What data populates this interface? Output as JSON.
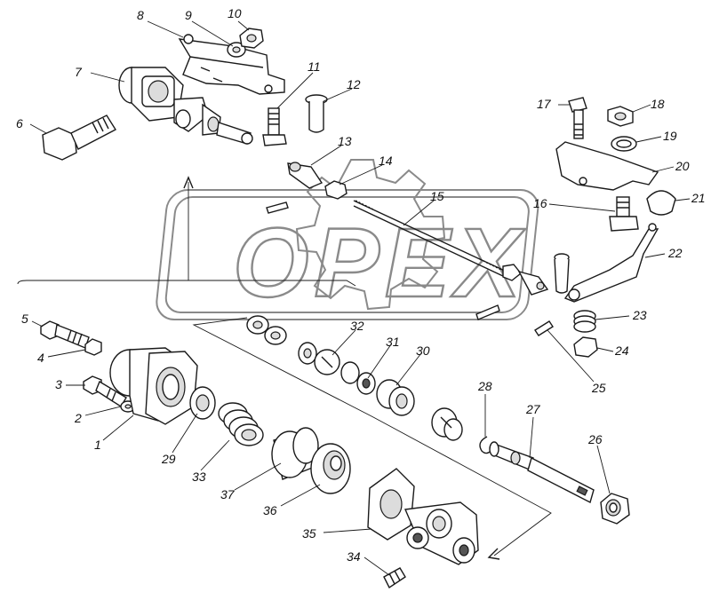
{
  "watermark": {
    "text": "OPEX"
  },
  "labels": {
    "p1": "1",
    "p2": "2",
    "p3": "3",
    "p4": "4",
    "p5": "5",
    "p6": "6",
    "p7": "7",
    "p8": "8",
    "p9": "9",
    "p10": "10",
    "p11": "11",
    "p12": "12",
    "p13": "13",
    "p14": "14",
    "p15": "15",
    "p16": "16",
    "p17": "17",
    "p18": "18",
    "p19": "19",
    "p20": "20",
    "p21": "21",
    "p22": "22",
    "p23": "23",
    "p24": "24",
    "p25": "25",
    "p26": "26",
    "p27": "27",
    "p28": "28",
    "p29": "29",
    "p30": "30",
    "p31": "31",
    "p32": "32",
    "p33": "33",
    "p34": "34",
    "p35": "35",
    "p36": "36",
    "p37": "37"
  }
}
